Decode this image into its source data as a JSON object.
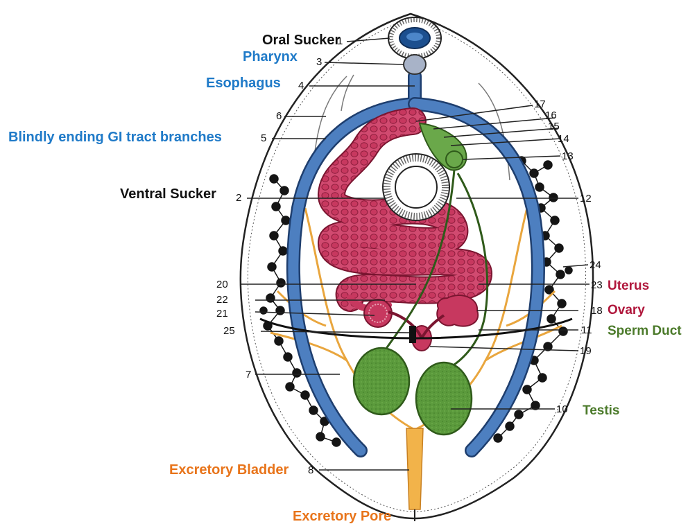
{
  "labels": {
    "oral_sucker": "Oral Sucker",
    "pharynx": "Pharynx",
    "esophagus": "Esophagus",
    "blind_gi": "Blindly ending GI tract branches",
    "ventral_sucker": "Ventral Sucker",
    "uterus": "Uterus",
    "ovary": "Ovary",
    "sperm_duct": "Sperm Duct",
    "testis": "Testis",
    "excretory_bladder": "Excretory Bladder",
    "excretory_pore": "Excretory Pore"
  },
  "numbers": {
    "n1": "1",
    "n2": "2",
    "n3": "3",
    "n4": "4",
    "n5": "5",
    "n6": "6",
    "n7": "7",
    "n8": "8",
    "n10": "10",
    "n11": "11",
    "n12": "12",
    "n13": "13",
    "n14": "14",
    "n15": "15",
    "n16": "16",
    "n17": "17",
    "n18": "18",
    "n19": "19",
    "n20": "20",
    "n21": "21",
    "n22": "22",
    "n23": "23",
    "n24": "24",
    "n25": "25"
  },
  "colors": {
    "gut": "#4d7fc0",
    "gut_outline": "#1e3e6e",
    "uterus": "#cc3b63",
    "uterus_dark": "#7a1530",
    "testis": "#5a9a3a",
    "testis_dark": "#2f5a1a",
    "excretory": "#f2b34a",
    "vitelline": "#151515",
    "label_blue": "#1f7ac8",
    "label_red": "#b0173c",
    "label_green": "#4b7a2a",
    "label_orange": "#e8741a"
  }
}
